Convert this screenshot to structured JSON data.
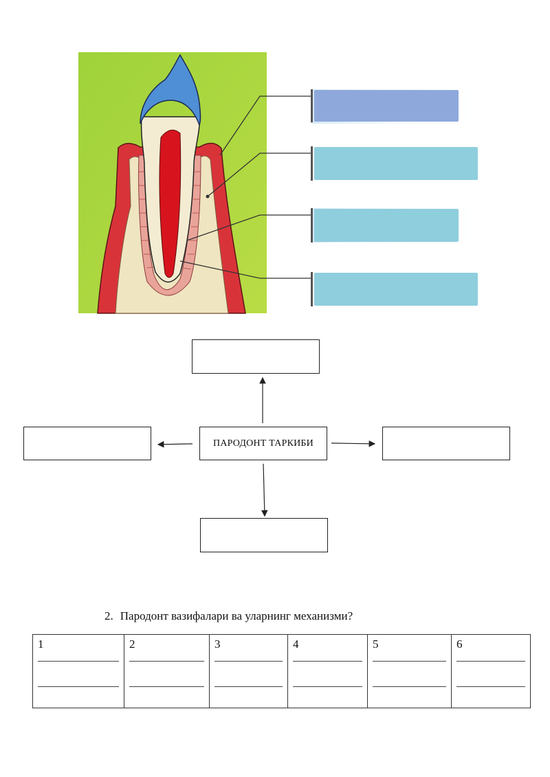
{
  "diagram": {
    "center_label": "ПАРОДОНТ ТАРКИБИ",
    "colors": {
      "background": "#a8d63a",
      "enamel": "#4f8fd6",
      "dentin": "#f4ecd2",
      "pulp": "#d7141e",
      "gum": "#d9333a",
      "bone": "#efe5c0",
      "ligament": "#e9a49a",
      "label_box_top": "#8fa8dc",
      "label_box": "#8fcedd"
    }
  },
  "question": {
    "number": "2.",
    "text": "Пародонт вазифалари ва уларнинг механизми?"
  },
  "table": {
    "columns": [
      "1",
      "2",
      "3",
      "4",
      "5",
      "6"
    ]
  }
}
